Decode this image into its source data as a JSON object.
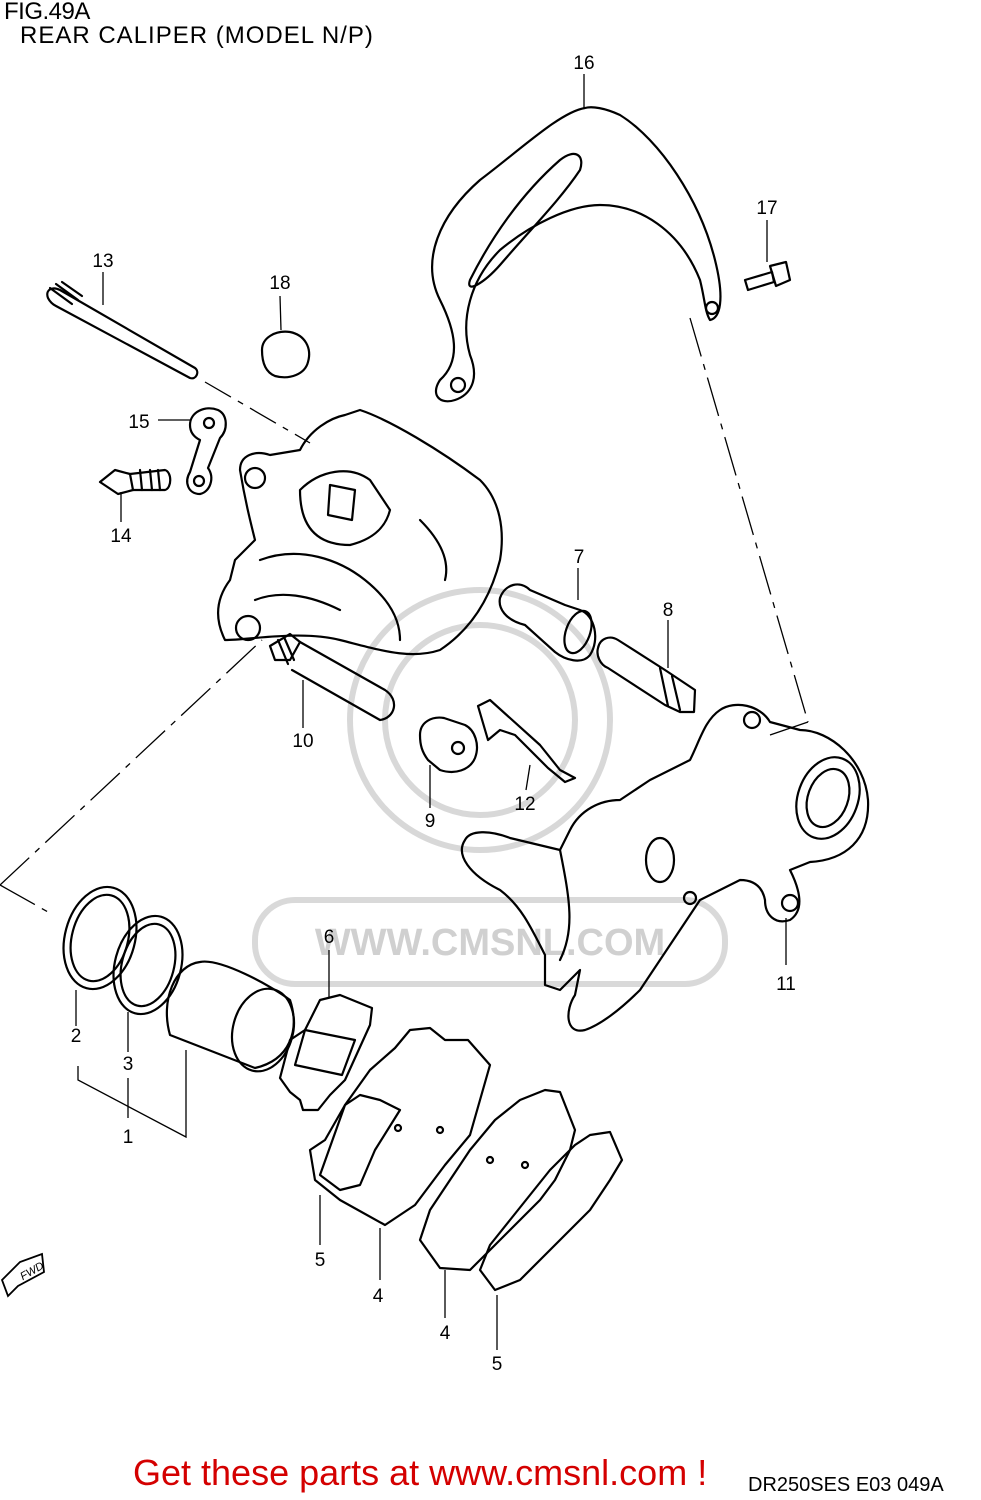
{
  "figure": {
    "number": "FIG.49A",
    "title": "REAR CALIPER (MODEL N/P)"
  },
  "callouts": [
    "16",
    "17",
    "13",
    "18",
    "15",
    "14",
    "7",
    "8",
    "10",
    "9",
    "12",
    "6",
    "2",
    "3",
    "1",
    "11",
    "5",
    "4",
    "4",
    "5"
  ],
  "watermark": "WWW.CMSNL.COM",
  "fwd_label": "FWD",
  "footer": {
    "link_text": "Get these parts at www.cmsnl.com !",
    "code": "DR250SES E03  049A"
  },
  "colors": {
    "line": "#000000",
    "link": "#d40000",
    "watermark": "#c8c8c8"
  }
}
